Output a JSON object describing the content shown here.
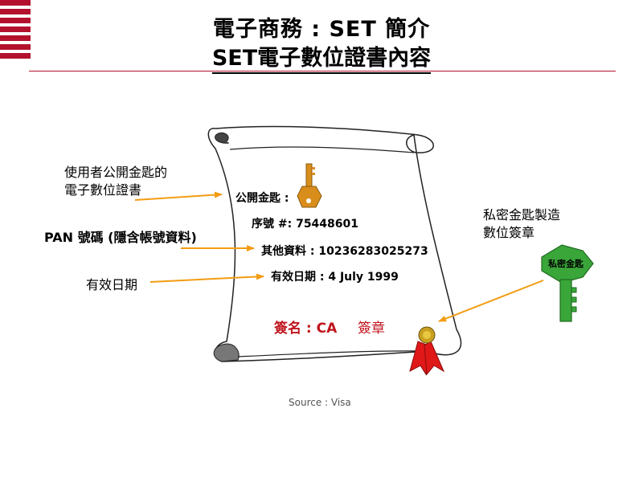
{
  "header": {
    "title_line1": "電子商務 : SET 簡介",
    "title_line2": "SET電子數位證書內容"
  },
  "left_labels": {
    "public_key_cert_line1": "使用者公開金匙的",
    "public_key_cert_line2": "電子數位證書",
    "pan": "PAN 號碼 (隱含帳號資料)",
    "validity": "有效日期"
  },
  "certificate": {
    "public_key_label": "公開金匙 :",
    "serial": "序號 #: 75448601",
    "other_info": "其他資料 : 10236283025273",
    "expiry": "有效日期 : 4 July 1999",
    "signature_label": "簽名 : CA",
    "seal_label": "簽章"
  },
  "right_labels": {
    "private_key_line1": "私密金匙製造",
    "private_key_line2": "數位簽章",
    "key_text": "私密金匙"
  },
  "colors": {
    "accent_red": "#b3122e",
    "arrow": "#f39c12",
    "gold_key": "#d98e1c",
    "green_key": "#3aa63a",
    "seal_red": "#e01818"
  },
  "footer": {
    "source": "Source : Visa"
  }
}
